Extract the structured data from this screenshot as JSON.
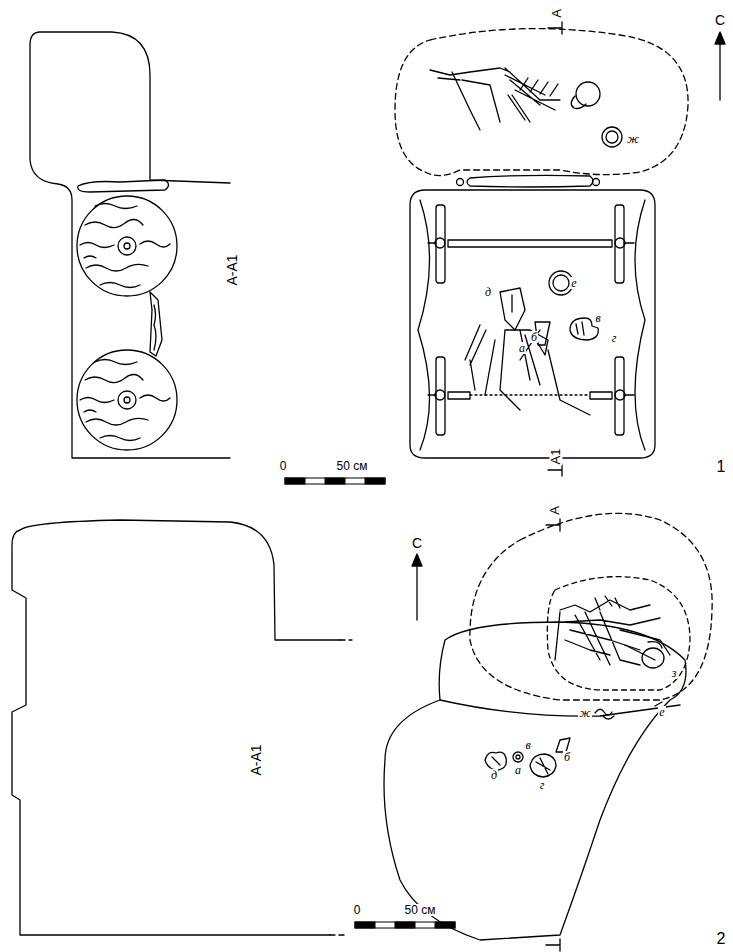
{
  "diagram": {
    "labels": [
      "А",
      "С",
      "ж",
      "А-А1",
      "д",
      "е",
      "в",
      "б",
      "г",
      "а",
      "А1",
      "0",
      "50 см",
      "1",
      "А",
      "С",
      "з",
      "ж",
      "е",
      "А-А1",
      "в",
      "б",
      "д",
      "а",
      "г",
      "0",
      "50 см",
      "2"
    ]
  }
}
